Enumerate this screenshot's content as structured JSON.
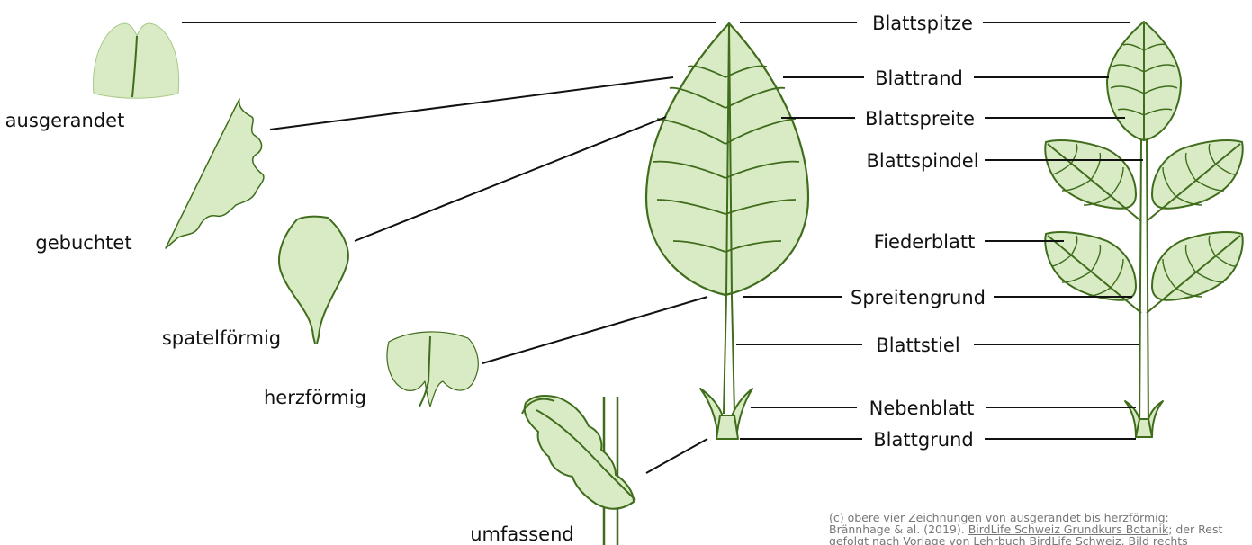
{
  "colors": {
    "leaf_fill": "#d9ebc4",
    "leaf_stroke": "#3f6d1c",
    "line": "#111111",
    "credit_text": "#777777"
  },
  "labels": {
    "blattspitze": "Blattspitze",
    "blattrand": "Blattrand",
    "blattspreite": "Blattspreite",
    "blattspindel": "Blattspindel",
    "fiederblatt": "Fiederblatt",
    "spreitengrund": "Spreitengrund",
    "blattstiel": "Blattstiel",
    "nebenblatt": "Nebenblatt",
    "blattgrund": "Blattgrund"
  },
  "leaf_shapes": {
    "ausgerandet": "ausgerandet",
    "gebuchtet": "gebuchtet",
    "spatelfoermig": "spatelförmig",
    "herzfoermig": "herzförmig",
    "umfassend": "umfassend"
  },
  "credit": {
    "line1": "(c) obere vier Zeichnungen von ausgerandet bis herzförmig:",
    "line2_prefix": "Brännhage & al. (2019). ",
    "line2_link": "BirdLife Schweiz Grundkurs Botanik",
    "line2_suffix": "; der Rest",
    "line3": "gefolgt nach Vorlage von Lehrbuch BirdLife Schweiz, Bild rechts"
  }
}
